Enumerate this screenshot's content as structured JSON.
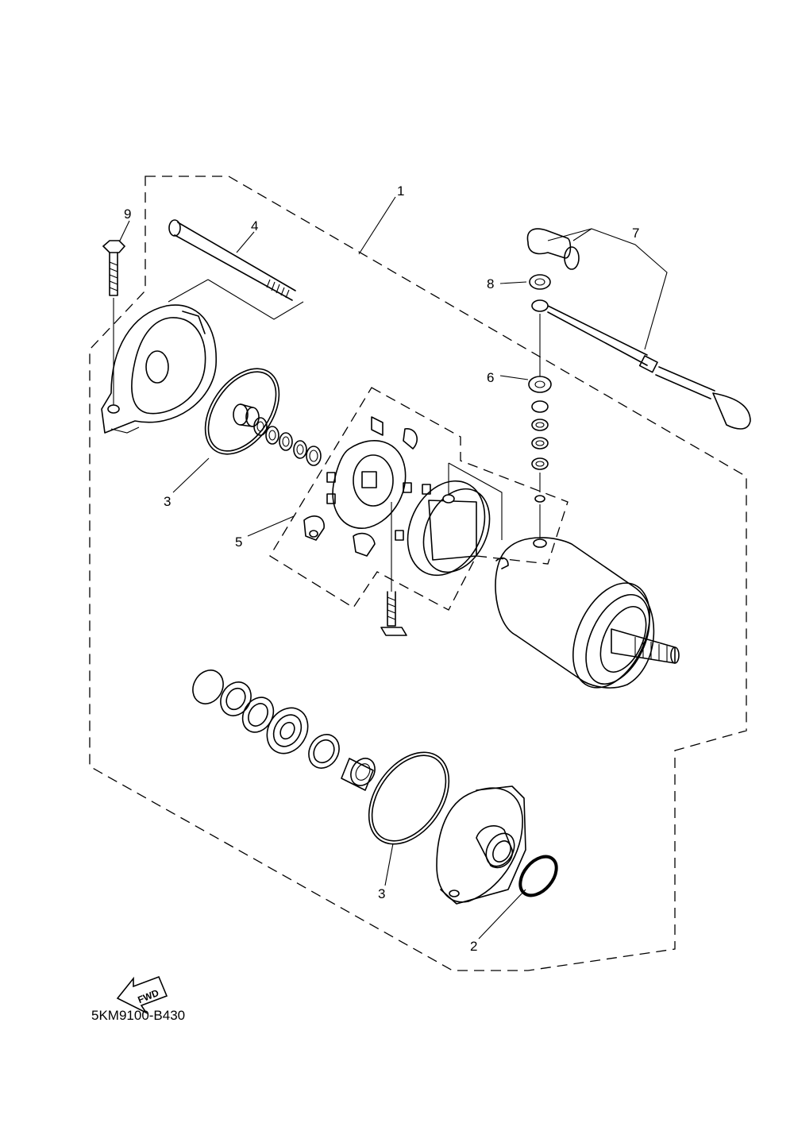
{
  "callouts": {
    "c1": "1",
    "c2": "2",
    "c3a": "3",
    "c3b": "3",
    "c4": "4",
    "c5": "5",
    "c6": "6",
    "c7": "7",
    "c8": "8",
    "c9": "9"
  },
  "fwd_label": "FWD",
  "drawing_code": "5KM9100-B430",
  "icons": {
    "direction": "fwd-arrow-icon"
  }
}
